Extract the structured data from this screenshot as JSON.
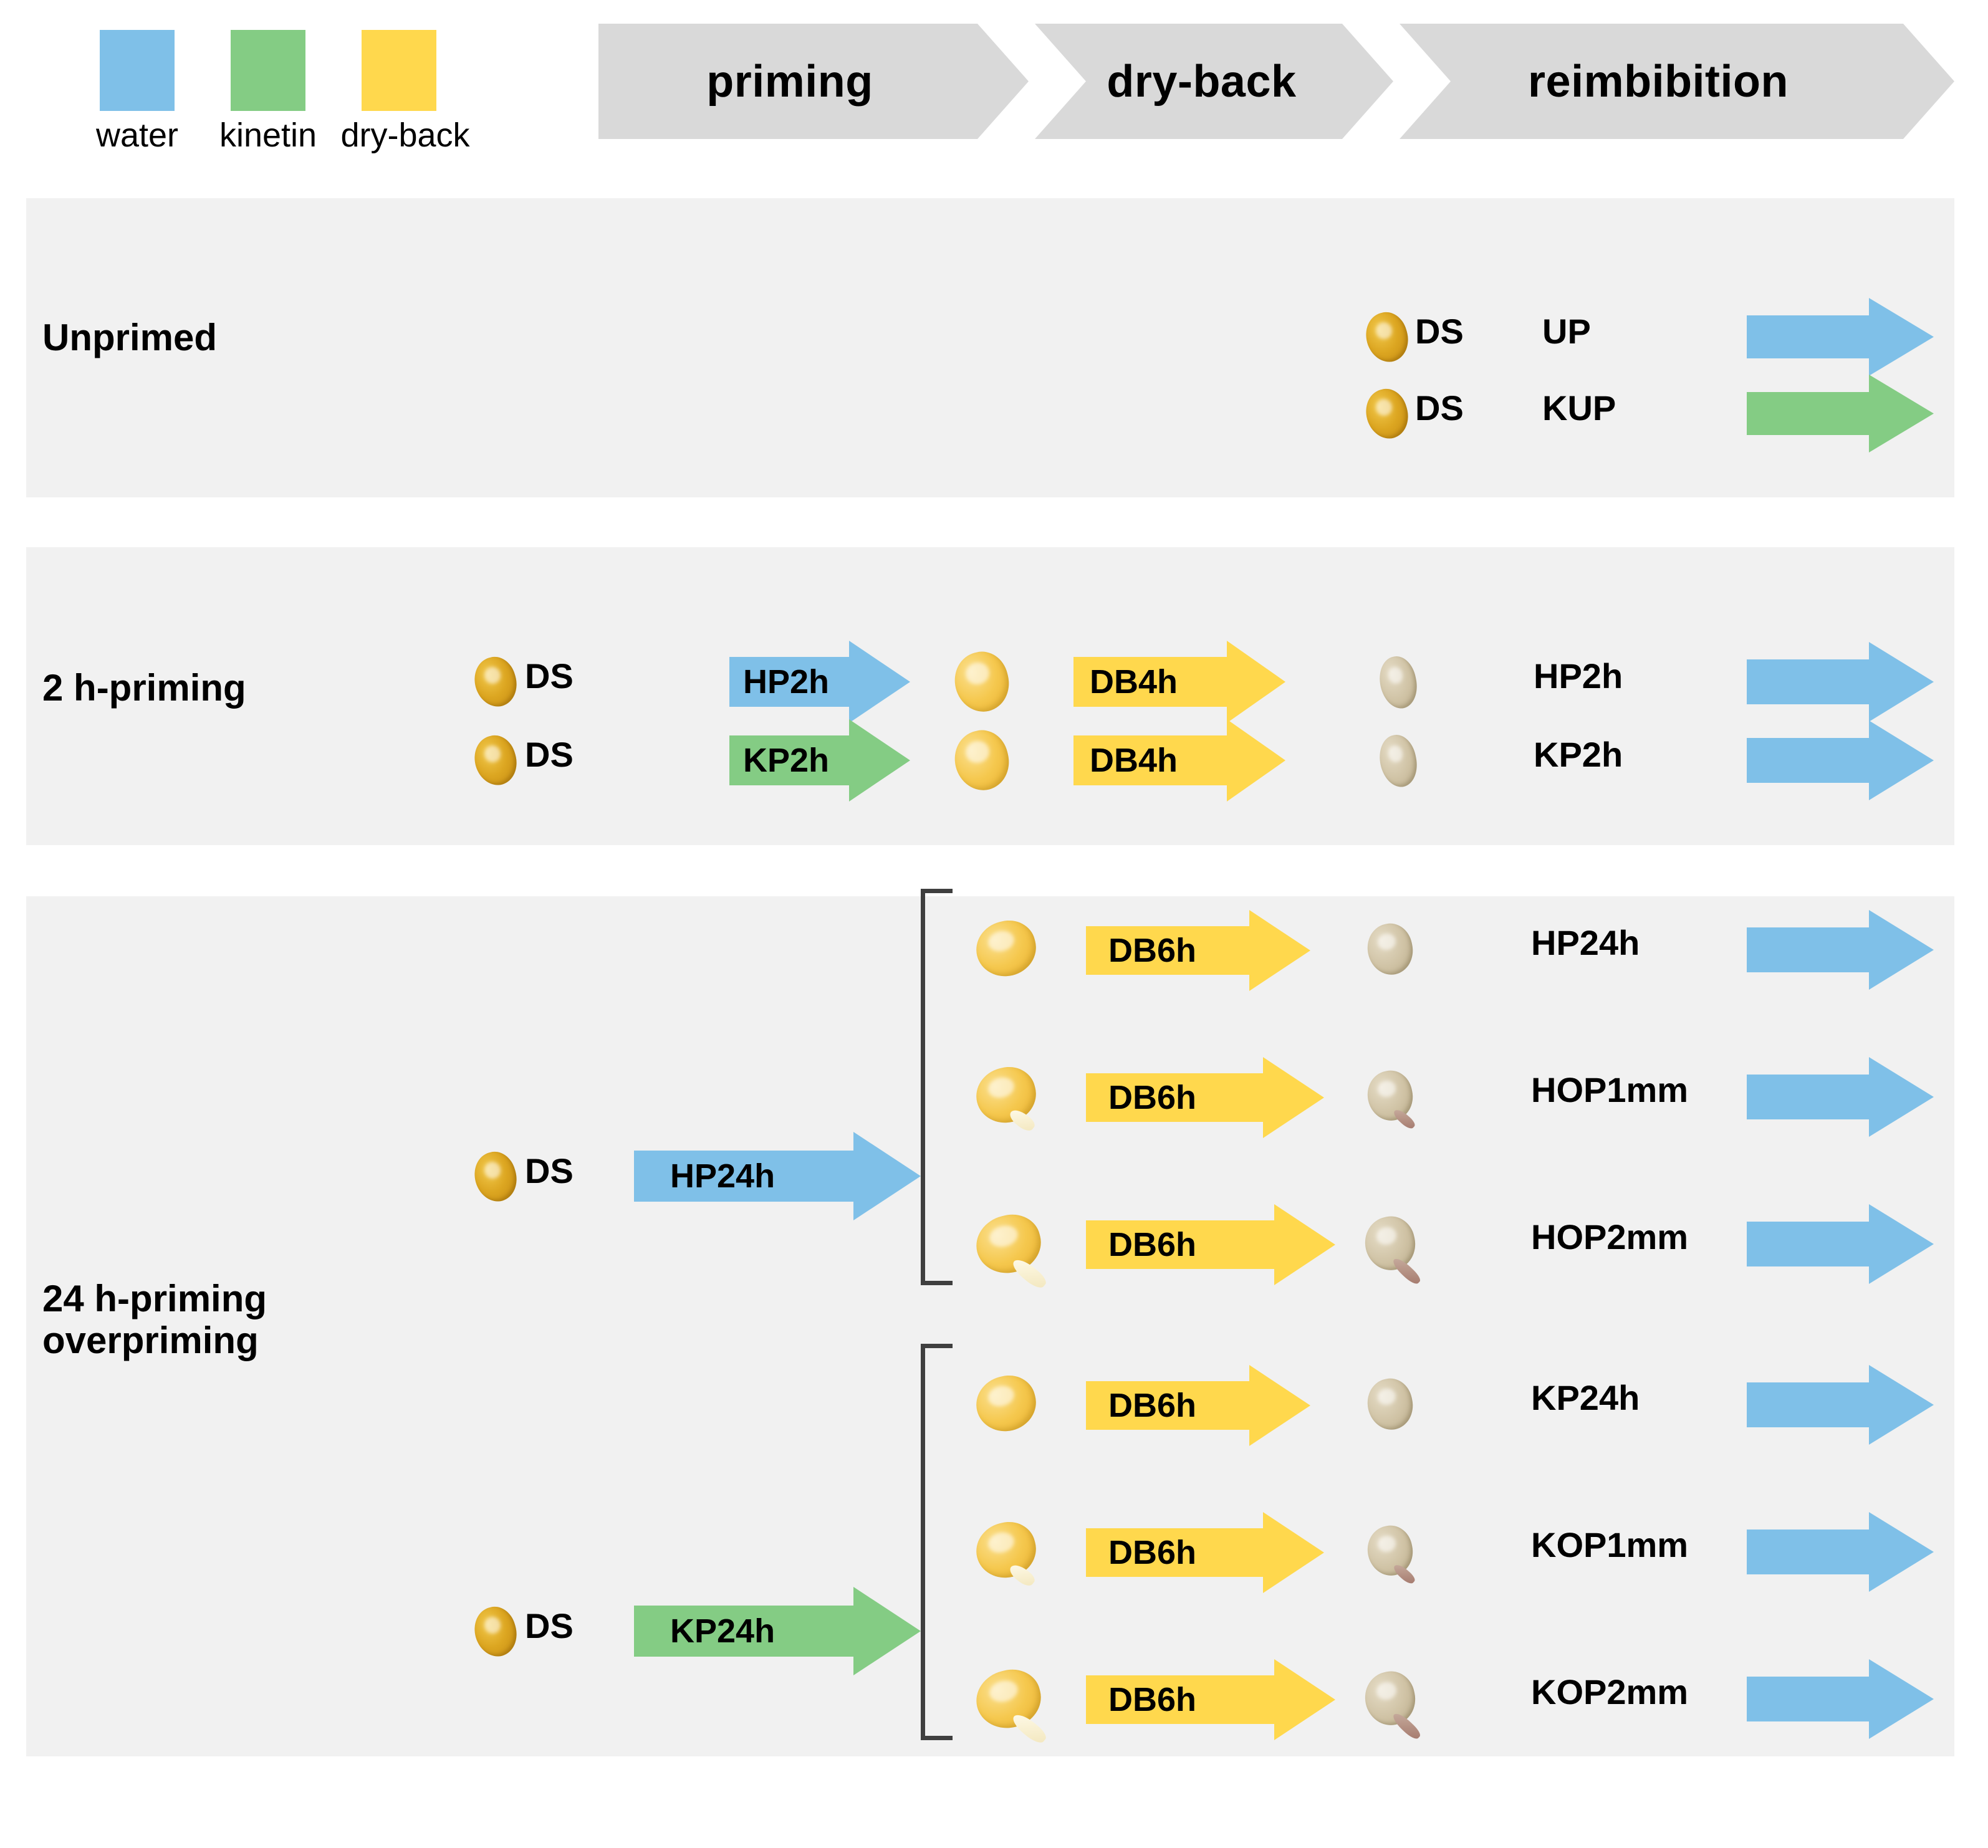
{
  "legend": {
    "items": [
      {
        "label": "water",
        "color": "#7FC0E8",
        "icon": "color-swatch"
      },
      {
        "label": "kinetin",
        "color": "#84CC84",
        "icon": "color-swatch"
      },
      {
        "label": "dry-back",
        "color": "#FFD84D",
        "icon": "color-swatch"
      }
    ]
  },
  "header": {
    "stages": [
      {
        "label": "priming"
      },
      {
        "label": "dry-back"
      },
      {
        "label": "reimbibition"
      }
    ],
    "bar_color": "#D9D9D9"
  },
  "colors": {
    "water_blue": "#7FC0E8",
    "kinetin_green": "#84CC84",
    "dryback_yellow": "#FFD84D",
    "panel_bg": "#F1F1F1",
    "page_bg": "#FFFFFF",
    "bracket": "#3F3F3F",
    "dry_seed": "#DCA621",
    "imbibed_seed": "#F5C84E",
    "driedback_seed": "#CFC2A4"
  },
  "panels": [
    {
      "id": "unprimed",
      "title": "Unprimed",
      "rows": [
        {
          "start_seed": null,
          "start_seed_label": null,
          "priming_arrow": null,
          "mid_seed": null,
          "dryback_arrow": null,
          "end_seed": "dry",
          "end_seed_label": "DS",
          "treatment_label": "UP",
          "reimbibition_arrow_color": "#7FC0E8"
        },
        {
          "start_seed": null,
          "start_seed_label": null,
          "priming_arrow": null,
          "mid_seed": null,
          "dryback_arrow": null,
          "end_seed": "dry",
          "end_seed_label": "DS",
          "treatment_label": "KUP",
          "reimbibition_arrow_color": "#84CC84"
        }
      ]
    },
    {
      "id": "2h-priming",
      "title": "2 h-priming",
      "rows": [
        {
          "start_seed": "dry",
          "start_seed_label": "DS",
          "priming_arrow": {
            "label": "HP2h",
            "color": "#7FC0E8"
          },
          "mid_seed": "imbibed",
          "dryback_arrow": {
            "label": "DB4h",
            "color": "#FFD84D"
          },
          "end_seed": "driedback",
          "treatment_label": "HP2h",
          "reimbibition_arrow_color": "#7FC0E8"
        },
        {
          "start_seed": "dry",
          "start_seed_label": "DS",
          "priming_arrow": {
            "label": "KP2h",
            "color": "#84CC84"
          },
          "mid_seed": "imbibed",
          "dryback_arrow": {
            "label": "DB4h",
            "color": "#FFD84D"
          },
          "end_seed": "driedback",
          "treatment_label": "KP2h",
          "reimbibition_arrow_color": "#7FC0E8"
        }
      ]
    },
    {
      "id": "24h-priming",
      "title": "24 h-priming\noverpriming",
      "groups": [
        {
          "start_seed": "dry",
          "start_seed_label": "DS",
          "priming_arrow": {
            "label": "HP24h",
            "color": "#7FC0E8"
          },
          "branches": [
            {
              "mid_seed": "imbibed",
              "mid_seed_radicle": "none",
              "dryback_arrow": {
                "label": "DB6h",
                "color": "#FFD84D"
              },
              "end_seed": "driedback",
              "end_seed_radicle": "none",
              "treatment_label": "HP24h",
              "reimbibition_arrow_color": "#7FC0E8"
            },
            {
              "mid_seed": "imbibed",
              "mid_seed_radicle": "short",
              "dryback_arrow": {
                "label": "DB6h",
                "color": "#FFD84D"
              },
              "end_seed": "driedback",
              "end_seed_radicle": "short",
              "treatment_label": "HOP1mm",
              "reimbibition_arrow_color": "#7FC0E8"
            },
            {
              "mid_seed": "imbibed",
              "mid_seed_radicle": "long",
              "dryback_arrow": {
                "label": "DB6h",
                "color": "#FFD84D"
              },
              "end_seed": "driedback",
              "end_seed_radicle": "long",
              "treatment_label": "HOP2mm",
              "reimbibition_arrow_color": "#7FC0E8"
            }
          ]
        },
        {
          "start_seed": "dry",
          "start_seed_label": "DS",
          "priming_arrow": {
            "label": "KP24h",
            "color": "#84CC84"
          },
          "branches": [
            {
              "mid_seed": "imbibed",
              "mid_seed_radicle": "none",
              "dryback_arrow": {
                "label": "DB6h",
                "color": "#FFD84D"
              },
              "end_seed": "driedback",
              "end_seed_radicle": "none",
              "treatment_label": "KP24h",
              "reimbibition_arrow_color": "#7FC0E8"
            },
            {
              "mid_seed": "imbibed",
              "mid_seed_radicle": "short",
              "dryback_arrow": {
                "label": "DB6h",
                "color": "#FFD84D"
              },
              "end_seed": "driedback",
              "end_seed_radicle": "short",
              "treatment_label": "KOP1mm",
              "reimbibition_arrow_color": "#7FC0E8"
            },
            {
              "mid_seed": "imbibed",
              "mid_seed_radicle": "long",
              "dryback_arrow": {
                "label": "DB6h",
                "color": "#FFD84D"
              },
              "end_seed": "driedback",
              "end_seed_radicle": "long",
              "treatment_label": "KOP2mm",
              "reimbibition_arrow_color": "#7FC0E8"
            }
          ]
        }
      ]
    }
  ]
}
